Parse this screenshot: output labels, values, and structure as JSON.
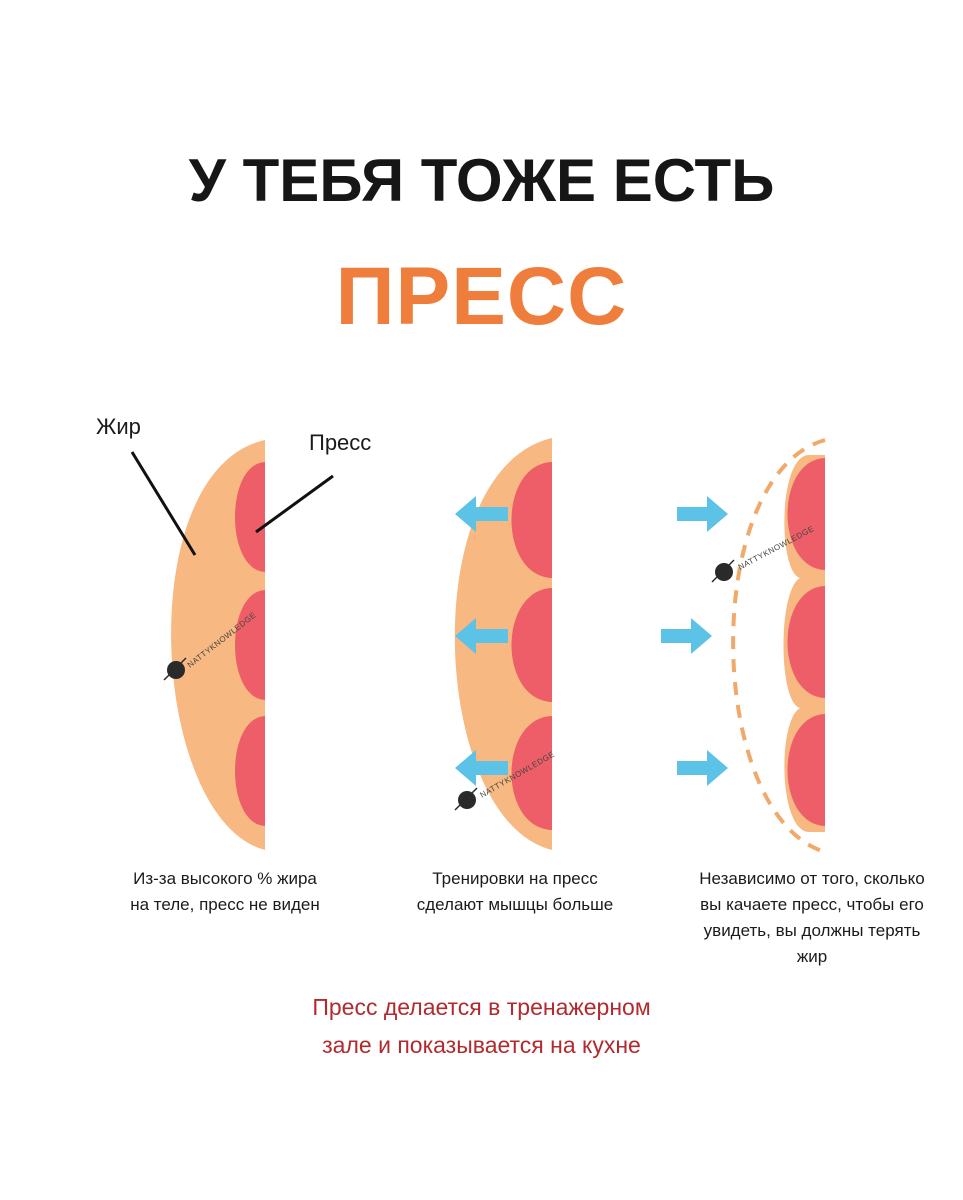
{
  "title": {
    "line1": "У ТЕБЯ ТОЖЕ ЕСТЬ",
    "line2": "ПРЕСС"
  },
  "labels": {
    "fat": "Жир",
    "abs": "Пресс"
  },
  "panels": [
    {
      "caption_lines": [
        "Из-за высокого % жира",
        "на теле, пресс не виден"
      ]
    },
    {
      "caption_lines": [
        "Тренировки на пресс",
        "сделают мышцы больше"
      ]
    },
    {
      "caption_lines": [
        "Независимо от того, сколько",
        "вы качаете пресс, чтобы его",
        "увидеть, вы должны терять",
        "жир"
      ]
    }
  ],
  "footer": {
    "line1": "Пресс делается в тренажерном",
    "line2": "зале и показывается на кухне"
  },
  "watermark": "NATTYKNOWLEDGE",
  "colors": {
    "title_dark": "#161616",
    "title_accent": "#ef7d3c",
    "fat": "#f7b881",
    "muscle": "#ee5e68",
    "arrow": "#5cc3e6",
    "dashed_outline": "#f0a96a",
    "footer": "#b22a2e"
  }
}
